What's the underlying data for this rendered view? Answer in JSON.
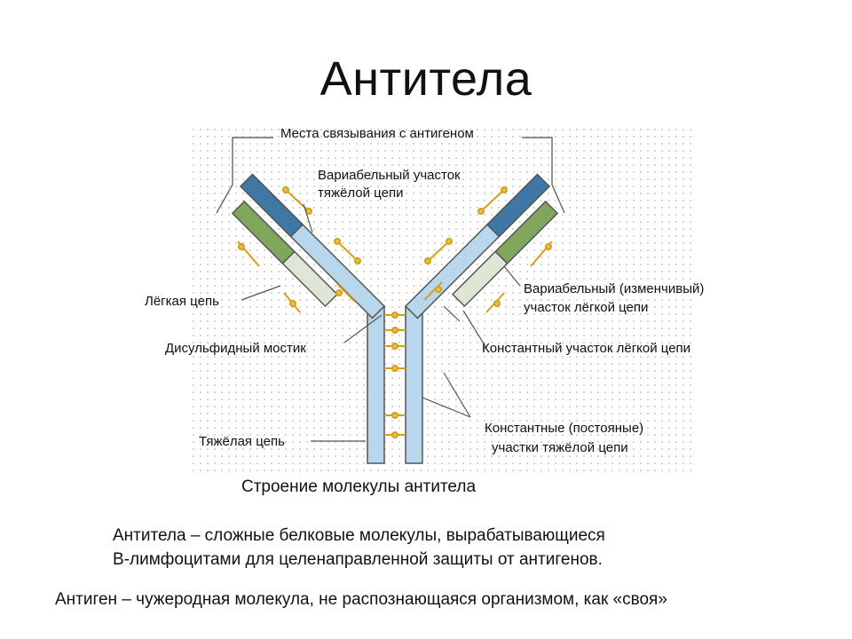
{
  "slide": {
    "title": "Антитела"
  },
  "diagram": {
    "labels": {
      "binding_sites": "Места связывания с антигеном",
      "heavy_variable_line1": "Вариабельный участок",
      "heavy_variable_line2": "тяжёлой цепи",
      "light_chain": "Лёгкая цепь",
      "light_variable_line1": "Вариабельный (изменчивый)",
      "light_variable_line2": "участок лёгкой цепи",
      "disulfide_bridge": "Дисульфидный мостик",
      "light_constant": "Константный участок лёгкой цепи",
      "heavy_constant_line1": "Константные (постояные)",
      "heavy_constant_line2": "участки тяжёлой цепи",
      "heavy_chain": "Тяжёлая цепь"
    },
    "caption": "Строение молекулы антитела",
    "colors": {
      "heavy_variable": "#3f78a6",
      "heavy_constant": "#b9d7ec",
      "light_variable": "#7fa65a",
      "light_constant": "#dfe6d8",
      "disulfide_bond": "#d4a017"
    }
  },
  "text": {
    "definition_line1": "Антитела – сложные белковые молекулы, вырабатывающиеся",
    "definition_line2": "В-лимфоцитами для целенаправленной защиты от антигенов.",
    "antigen_definition": "Антиген – чужеродная молекула, не распознающаяся организмом, как «своя»"
  }
}
